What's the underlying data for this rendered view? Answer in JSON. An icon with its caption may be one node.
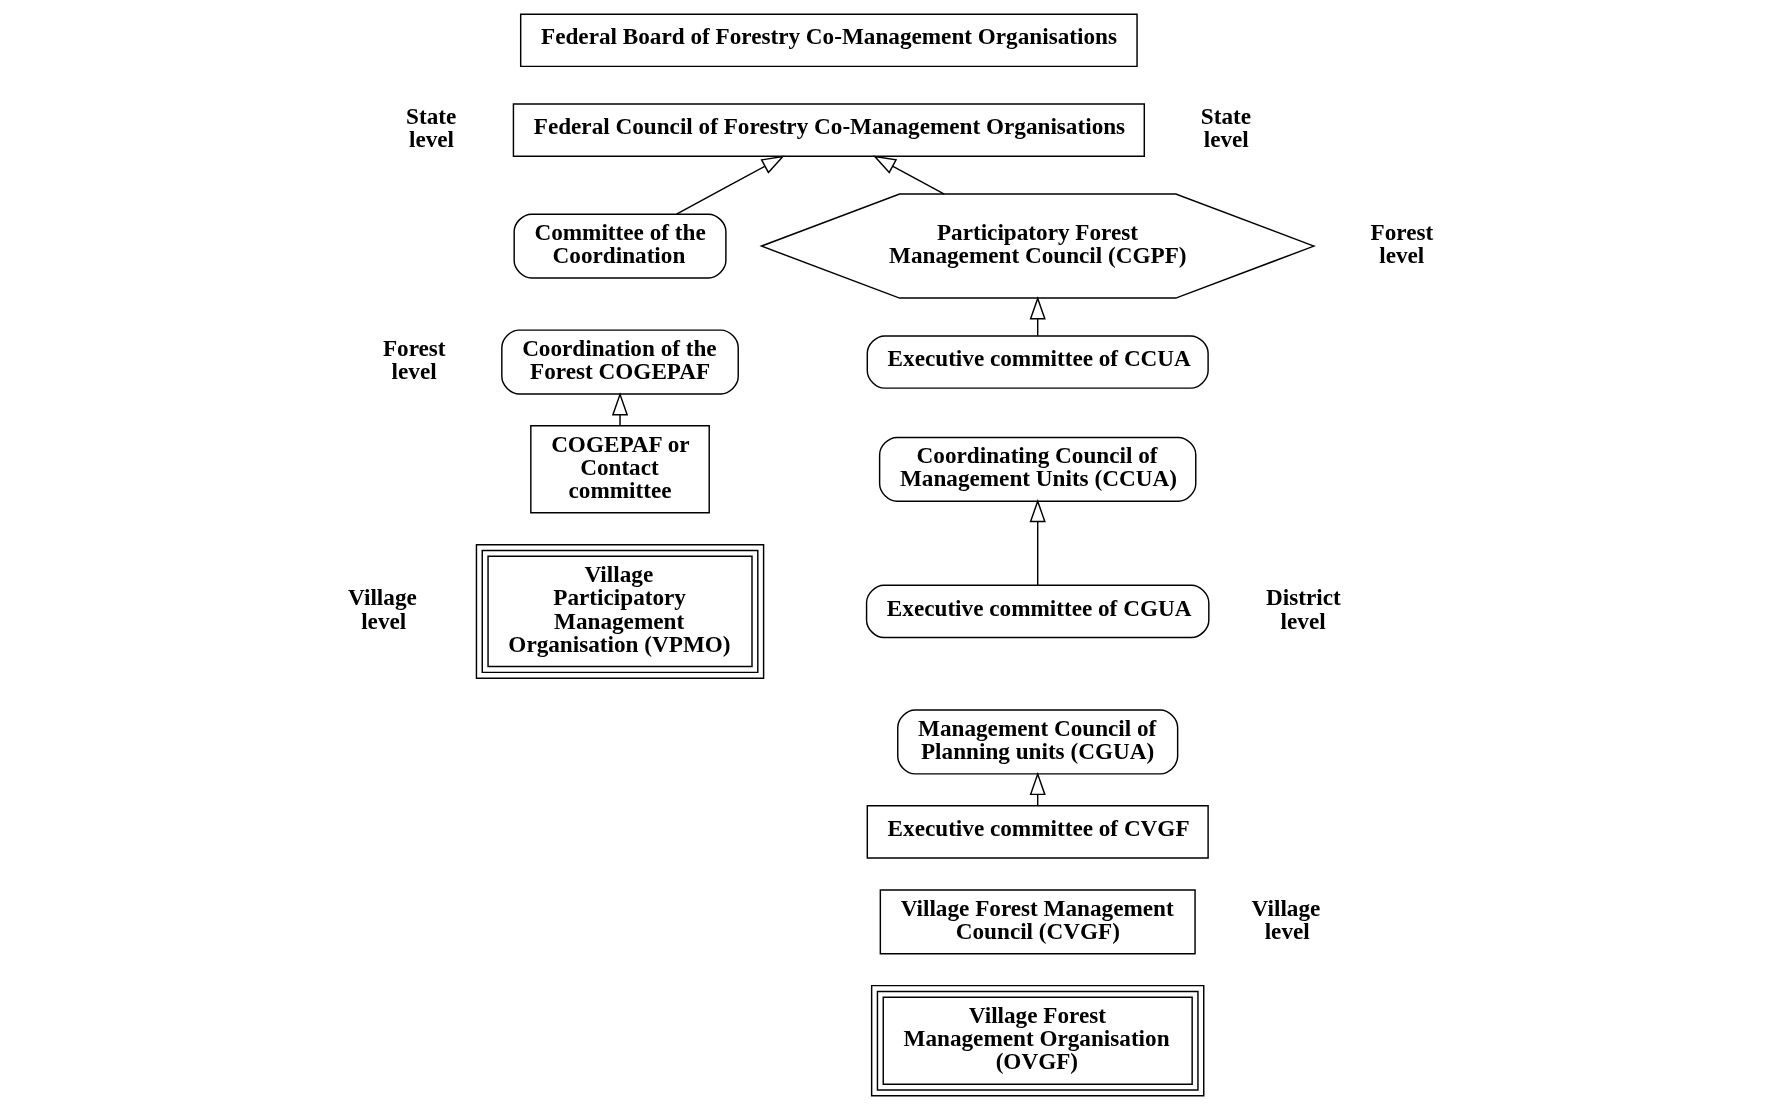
{
  "diagram": {
    "nodes": [
      {
        "text": [
          "Federal Board of Forestry Co-Management Organisations"
        ]
      },
      {
        "text": [
          "Federal Council of Forestry Co-Management Organisations"
        ]
      },
      {
        "text": [
          "Committee of the Coordination"
        ]
      },
      {
        "text": [
          "Coordination of the Forest COGEPAF"
        ]
      },
      {
        "text": [
          "COGEPAF or Contact committee"
        ]
      },
      {
        "text": [
          "Village Participatory Management Organisation (VPMO)"
        ]
      },
      {
        "text": [
          "Participatory Forest Management Council (CGPF)"
        ]
      },
      {
        "text": [
          "Executive committee of CCUA"
        ]
      },
      {
        "text": [
          "Coordinating Council of Management Units (CCUA)"
        ]
      },
      {
        "text": [
          "Executive committee of CGUA"
        ]
      },
      {
        "text": [
          "Management Council of Planning units (CGUA)"
        ]
      },
      {
        "text": [
          "Executive committee of CVGF"
        ]
      },
      {
        "text": [
          "Village Forest Management Council (CVGF)"
        ]
      },
      {
        "text": [
          "Village Forest Management Organisation (OVGF)"
        ]
      }
    ],
    "edges": [
      {
        "from": 4,
        "to": 3,
        "arrow": "to"
      },
      {
        "from": 2,
        "to": 1,
        "arrow": "to"
      },
      {
        "from": 6,
        "to": 1,
        "arrow": "to"
      },
      {
        "from": 7,
        "to": 6,
        "arrow": "to"
      },
      {
        "from": 9,
        "to": 8,
        "arrow": "to"
      },
      {
        "from": 11,
        "to": 10,
        "arrow": "to"
      }
    ],
    "labels": [
      "State level",
      "State level",
      "Forest level",
      "Forest level",
      "District level",
      "Village level",
      "Village level"
    ]
  }
}
